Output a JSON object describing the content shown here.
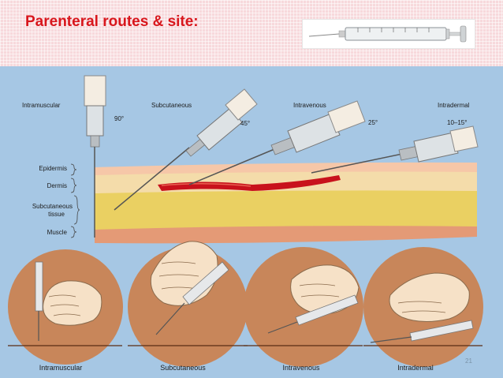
{
  "title": "Parenteral routes & site:",
  "diagram": {
    "routes": [
      {
        "name": "Intramuscular",
        "angle": "90°",
        "caption": "Intramuscular"
      },
      {
        "name": "Subcutaneous",
        "angle": "45°",
        "caption": "Subcutaneous"
      },
      {
        "name": "Intravenous",
        "angle": "25°",
        "caption": "Intravenous"
      },
      {
        "name": "Intradermal",
        "angle": "10–15°",
        "caption": "Intradermal"
      }
    ],
    "layers": [
      {
        "name": "Epidermis"
      },
      {
        "name": "Dermis"
      },
      {
        "name": "Subcutaneous",
        "line2": "tissue"
      },
      {
        "name": "Muscle"
      }
    ]
  },
  "page_number": "21",
  "colors": {
    "title": "#d8161c",
    "background": "#a6c7e4",
    "skin_circle": "#c8865a"
  }
}
